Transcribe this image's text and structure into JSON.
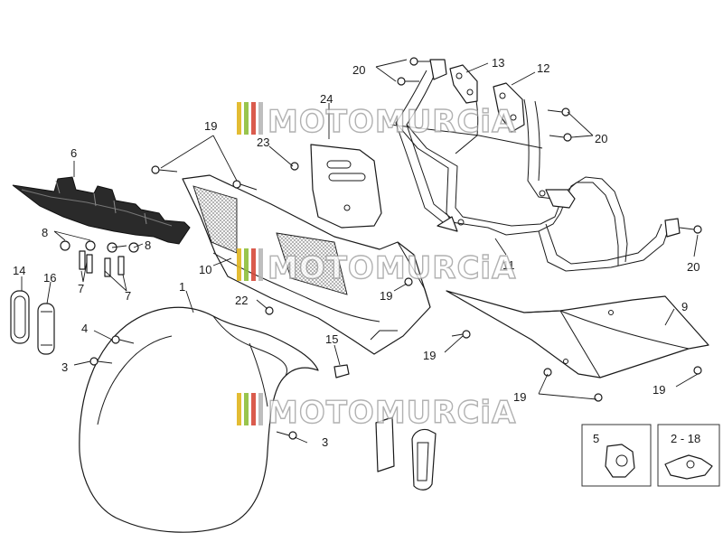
{
  "watermark": {
    "text": "MOTOMURCiA",
    "stripe_colors": [
      "#e0b51e",
      "#8fbf3a",
      "#d64a3a",
      "#b8b8b8"
    ]
  },
  "callouts": {
    "c1": "1",
    "c3a": "3",
    "c3b": "3",
    "c4": "4",
    "c6": "6",
    "c7a": "7",
    "c7b": "7",
    "c8a": "8",
    "c8b": "8",
    "c9": "9",
    "c10": "10",
    "c11": "11",
    "c12": "12",
    "c13": "13",
    "c14": "14",
    "c15": "15",
    "c16": "16",
    "c19a": "19",
    "c19b": "19",
    "c19c": "19",
    "c19d": "19",
    "c19e": "19",
    "c20a": "20",
    "c20b": "20",
    "c20c": "20",
    "c22": "22",
    "c23": "23",
    "c24": "24"
  },
  "inset_boxes": {
    "box_left": "5",
    "box_right": "2 - 18"
  },
  "colors": {
    "line": "#1a1a1a",
    "mesh": "#9a9a9a",
    "fill": "#ffffff"
  }
}
